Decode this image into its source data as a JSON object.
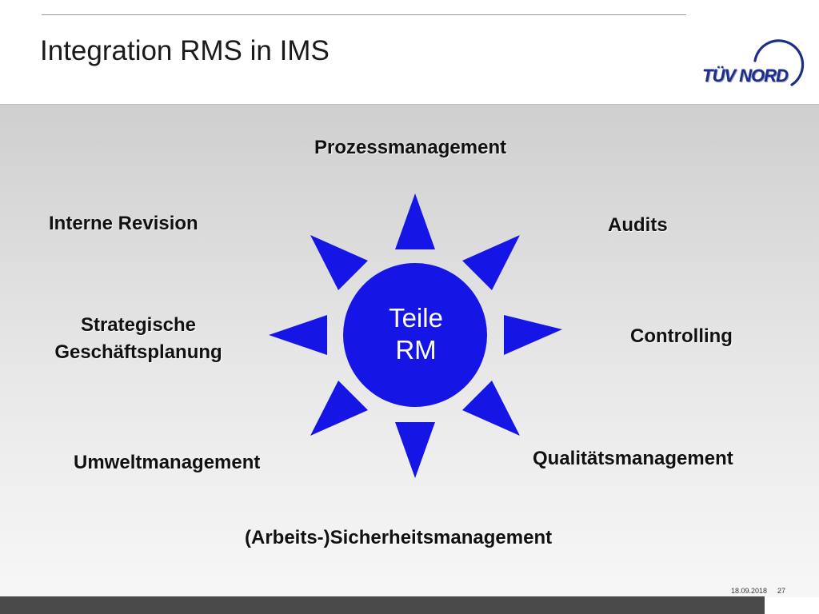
{
  "slide": {
    "title": "Integration RMS in IMS",
    "logo": "TÜV NORD",
    "core": {
      "line1": "Teile",
      "line2": "RM"
    },
    "labels": {
      "top": "Prozessmanagement",
      "top_left": "Interne Revision",
      "top_right": "Audits",
      "left_line1": "Strategische",
      "left_line2": "Geschäftsplanung",
      "right": "Controlling",
      "bottom_left": "Umweltmanagement",
      "bottom_right": "Qualitätsmanagement",
      "bottom": "(Arbeits-)Sicherheitsmanagement"
    },
    "footer": {
      "date": "18.09.2018",
      "page": "27"
    }
  },
  "colors": {
    "accent": "#1515e6",
    "logo": "#1e2d87",
    "footer_bar": "#4a4a4a"
  }
}
